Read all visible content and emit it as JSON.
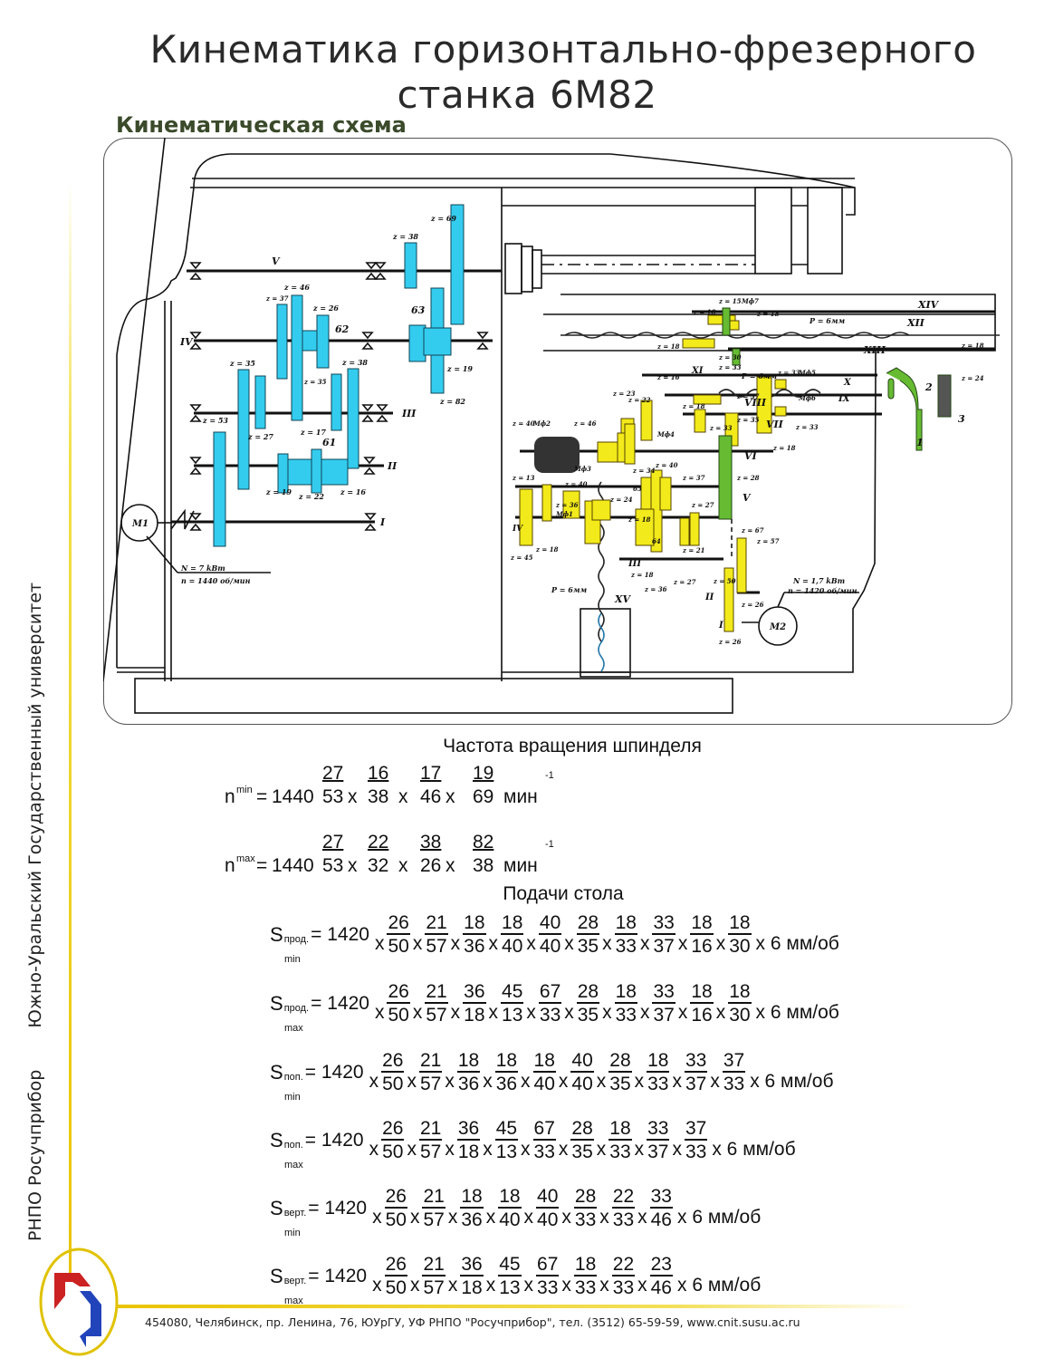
{
  "header": {
    "title_line1": "Кинематика  горизонтально-фрезерного",
    "title_line2": "станка  6М82",
    "subtitle": "Кинематическая схема"
  },
  "side_banner": {
    "org1": "РНПО Росучприбор",
    "org2": "Южно-Уральский  Государственный  университет"
  },
  "colors": {
    "main_drive_gears": "#33ccee",
    "feed_gears": "#f2ea1a",
    "feed_special": "#66bb33",
    "accent_yellow": "#e9c400",
    "logo_red": "#cc2222",
    "logo_blue": "#2244bb"
  },
  "diagram": {
    "main_drive": {
      "shafts": [
        "V",
        "IV",
        "III",
        "II",
        "I"
      ],
      "gear_labels": [
        "z = 69",
        "z = 38",
        "z = 37",
        "z = 46",
        "z = 26",
        "62",
        "63",
        "z = 19",
        "z = 82",
        "z = 35",
        "z = 35",
        "z = 38",
        "z = 53",
        "z = 27",
        "z = 17",
        "61",
        "z = 19",
        "z = 22",
        "z = 16"
      ],
      "motor": "M1",
      "motor_power": "N = 7 kBm",
      "motor_speed": "n = 1440 об/мин"
    },
    "feed_drive": {
      "shafts": [
        "XIV",
        "XII",
        "XIII",
        "XI",
        "X",
        "IX",
        "VIII",
        "VII",
        "VI",
        "V",
        "IV",
        "III",
        "II",
        "I",
        "XV"
      ],
      "gear_labels": [
        "z = 15",
        "Мф7",
        "z = 18",
        "z = 18",
        "z = 18",
        "z = 30",
        "z = 33",
        "z = 16",
        "z = 33",
        "Мф5",
        "z = 37",
        "z = 18",
        "Мф6",
        "z = 33",
        "z = 18",
        "z = 23",
        "z = 22",
        "z = 40",
        "Мф2",
        "z = 46",
        "Мф4",
        "z = 35",
        "z = 33",
        "z = 28",
        "z = 13",
        "z = 40",
        "Мф3",
        "z = 34",
        "z = 40",
        "z = 37",
        "65",
        "z = 36",
        "Мф1",
        "z = 24",
        "z = 18",
        "z = 27",
        "z = 45",
        "z = 18",
        "64",
        "z = 21",
        "z = 18",
        "z = 36",
        "z = 27",
        "z = 67",
        "z = 57",
        "z = 50",
        "z = 26",
        "z = 26",
        "z = 18",
        "z = 24"
      ],
      "screw_pitch_1": "P = 6мм",
      "screw_pitch_2": "P = 6мм",
      "screw_pitch_3": "P = 6мм",
      "handle_labels": [
        "1",
        "2",
        "3"
      ],
      "motor": "M2",
      "motor_power": "N = 1,7 kBm",
      "motor_speed": "n = 1420 об/мин"
    }
  },
  "spindle": {
    "heading": "Частота вращения шпинделя",
    "nmin": {
      "symbol": "n",
      "sup": "min",
      "base": "1440",
      "fracs": [
        [
          "27",
          "53"
        ],
        [
          "16",
          "38"
        ],
        [
          "17",
          "46"
        ],
        [
          "19",
          "69"
        ]
      ],
      "unit": "мин",
      "exp": "-1"
    },
    "nmax": {
      "symbol": "n",
      "sup": "max",
      "base": "1440",
      "fracs": [
        [
          "27",
          "53"
        ],
        [
          "22",
          "32"
        ],
        [
          "38",
          "26"
        ],
        [
          "82",
          "38"
        ]
      ],
      "unit": "мин",
      "exp": "-1"
    }
  },
  "feeds": {
    "heading": "Подачи стола",
    "times": "x",
    "tail": "x 6 мм/об",
    "rows": [
      {
        "sub": "прод.",
        "lim": "min",
        "base": "1420",
        "fracs": [
          [
            "26",
            "50"
          ],
          [
            "21",
            "57"
          ],
          [
            "18",
            "36"
          ],
          [
            "18",
            "40"
          ],
          [
            "40",
            "40"
          ],
          [
            "28",
            "35"
          ],
          [
            "18",
            "33"
          ],
          [
            "33",
            "37"
          ],
          [
            "18",
            "16"
          ],
          [
            "18",
            "30"
          ]
        ]
      },
      {
        "sub": "прод.",
        "lim": "max",
        "base": "1420",
        "fracs": [
          [
            "26",
            "50"
          ],
          [
            "21",
            "57"
          ],
          [
            "36",
            "18"
          ],
          [
            "45",
            "13"
          ],
          [
            "67",
            "33"
          ],
          [
            "28",
            "35"
          ],
          [
            "18",
            "33"
          ],
          [
            "33",
            "37"
          ],
          [
            "18",
            "16"
          ],
          [
            "18",
            "30"
          ]
        ]
      },
      {
        "sub": "поп.",
        "lim": "min",
        "base": "1420",
        "fracs": [
          [
            "26",
            "50"
          ],
          [
            "21",
            "57"
          ],
          [
            "18",
            "36"
          ],
          [
            "18",
            "36"
          ],
          [
            "18",
            "40"
          ],
          [
            "40",
            "40"
          ],
          [
            "28",
            "35"
          ],
          [
            "18",
            "33"
          ],
          [
            "33",
            "37"
          ],
          [
            "37",
            "33"
          ]
        ]
      },
      {
        "sub": "поп.",
        "lim": "max",
        "base": "1420",
        "fracs": [
          [
            "26",
            "50"
          ],
          [
            "21",
            "57"
          ],
          [
            "36",
            "18"
          ],
          [
            "45",
            "13"
          ],
          [
            "67",
            "33"
          ],
          [
            "28",
            "35"
          ],
          [
            "18",
            "33"
          ],
          [
            "33",
            "37"
          ],
          [
            "37",
            "33"
          ]
        ]
      },
      {
        "sub": "верт.",
        "lim": "min",
        "base": "1420",
        "fracs": [
          [
            "26",
            "50"
          ],
          [
            "21",
            "57"
          ],
          [
            "18",
            "36"
          ],
          [
            "18",
            "40"
          ],
          [
            "40",
            "40"
          ],
          [
            "28",
            "33"
          ],
          [
            "22",
            "33"
          ],
          [
            "33",
            "46"
          ]
        ]
      },
      {
        "sub": "верт.",
        "lim": "max",
        "base": "1420",
        "fracs": [
          [
            "26",
            "50"
          ],
          [
            "21",
            "57"
          ],
          [
            "36",
            "18"
          ],
          [
            "45",
            "13"
          ],
          [
            "67",
            "33"
          ],
          [
            "18",
            "33"
          ],
          [
            "22",
            "33"
          ],
          [
            "23",
            "46"
          ]
        ]
      }
    ]
  },
  "footer": {
    "address": "454080, Челябинск, пр. Ленина, 76, ЮУрГУ, УФ РНПО \"Росучприбор\", тел. (3512) 65-59-59, www.cnit.susu.ac.ru"
  }
}
